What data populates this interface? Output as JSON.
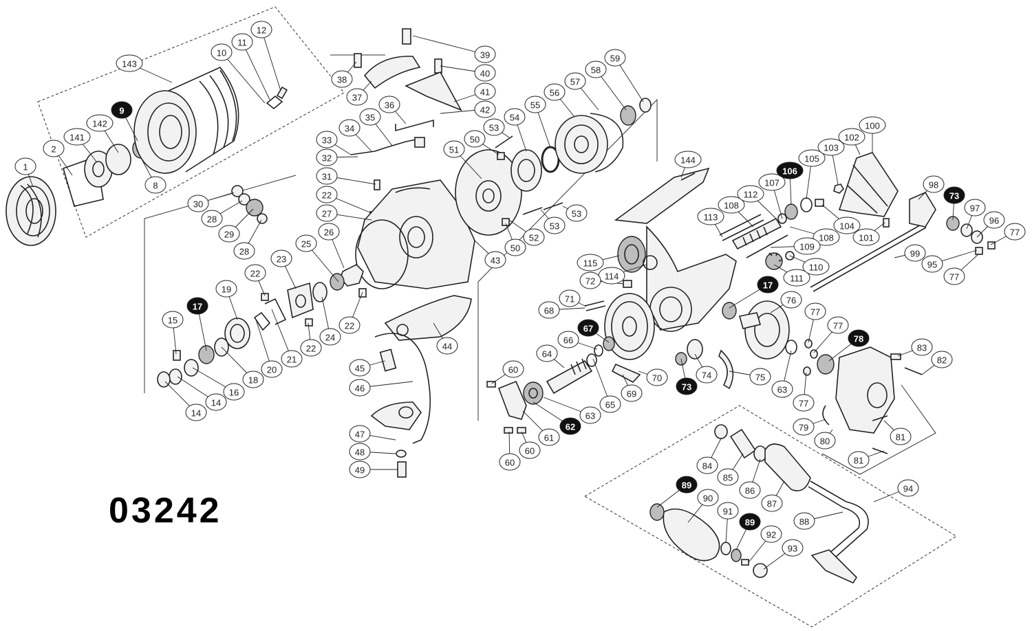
{
  "model_number": "03242",
  "colors": {
    "line": "#222222",
    "background": "#ffffff",
    "highlight_fill": "#111111",
    "highlight_text": "#ffffff"
  },
  "callouts": [
    {
      "label": "1",
      "highlighted": false
    },
    {
      "label": "2",
      "highlighted": false
    },
    {
      "label": "141",
      "highlighted": false
    },
    {
      "label": "142",
      "highlighted": false
    },
    {
      "label": "9",
      "highlighted": true
    },
    {
      "label": "8",
      "highlighted": false
    },
    {
      "label": "143",
      "highlighted": false
    },
    {
      "label": "10",
      "highlighted": false
    },
    {
      "label": "11",
      "highlighted": false
    },
    {
      "label": "12",
      "highlighted": false
    },
    {
      "label": "30",
      "highlighted": false
    },
    {
      "label": "28",
      "highlighted": false
    },
    {
      "label": "29",
      "highlighted": false
    },
    {
      "label": "28",
      "highlighted": false
    },
    {
      "label": "38",
      "highlighted": false
    },
    {
      "label": "37",
      "highlighted": false
    },
    {
      "label": "39",
      "highlighted": false
    },
    {
      "label": "40",
      "highlighted": false
    },
    {
      "label": "41",
      "highlighted": false
    },
    {
      "label": "42",
      "highlighted": false
    },
    {
      "label": "36",
      "highlighted": false
    },
    {
      "label": "35",
      "highlighted": false
    },
    {
      "label": "34",
      "highlighted": false
    },
    {
      "label": "33",
      "highlighted": false
    },
    {
      "label": "32",
      "highlighted": false
    },
    {
      "label": "31",
      "highlighted": false
    },
    {
      "label": "22",
      "highlighted": false
    },
    {
      "label": "27",
      "highlighted": false
    },
    {
      "label": "26",
      "highlighted": false
    },
    {
      "label": "25",
      "highlighted": false
    },
    {
      "label": "23",
      "highlighted": false
    },
    {
      "label": "22",
      "highlighted": false
    },
    {
      "label": "19",
      "highlighted": false
    },
    {
      "label": "17",
      "highlighted": true
    },
    {
      "label": "15",
      "highlighted": false
    },
    {
      "label": "16",
      "highlighted": false
    },
    {
      "label": "18",
      "highlighted": false
    },
    {
      "label": "20",
      "highlighted": false
    },
    {
      "label": "21",
      "highlighted": false
    },
    {
      "label": "22",
      "highlighted": false
    },
    {
      "label": "24",
      "highlighted": false
    },
    {
      "label": "22",
      "highlighted": false
    },
    {
      "label": "14",
      "highlighted": false
    },
    {
      "label": "14",
      "highlighted": false
    },
    {
      "label": "44",
      "highlighted": false
    },
    {
      "label": "45",
      "highlighted": false
    },
    {
      "label": "46",
      "highlighted": false
    },
    {
      "label": "47",
      "highlighted": false
    },
    {
      "label": "48",
      "highlighted": false
    },
    {
      "label": "49",
      "highlighted": false
    },
    {
      "label": "43",
      "highlighted": false
    },
    {
      "label": "51",
      "highlighted": false
    },
    {
      "label": "50",
      "highlighted": false
    },
    {
      "label": "53",
      "highlighted": false
    },
    {
      "label": "54",
      "highlighted": false
    },
    {
      "label": "55",
      "highlighted": false
    },
    {
      "label": "56",
      "highlighted": false
    },
    {
      "label": "57",
      "highlighted": false
    },
    {
      "label": "58",
      "highlighted": false
    },
    {
      "label": "59",
      "highlighted": false
    },
    {
      "label": "53",
      "highlighted": false
    },
    {
      "label": "53",
      "highlighted": false
    },
    {
      "label": "52",
      "highlighted": false
    },
    {
      "label": "50",
      "highlighted": false
    },
    {
      "label": "144",
      "highlighted": false
    },
    {
      "label": "113",
      "highlighted": false
    },
    {
      "label": "108",
      "highlighted": false
    },
    {
      "label": "112",
      "highlighted": false
    },
    {
      "label": "107",
      "highlighted": false
    },
    {
      "label": "106",
      "highlighted": true
    },
    {
      "label": "105",
      "highlighted": false
    },
    {
      "label": "103",
      "highlighted": false
    },
    {
      "label": "102",
      "highlighted": false
    },
    {
      "label": "100",
      "highlighted": false
    },
    {
      "label": "104",
      "highlighted": false
    },
    {
      "label": "101",
      "highlighted": false
    },
    {
      "label": "108",
      "highlighted": false
    },
    {
      "label": "109",
      "highlighted": false
    },
    {
      "label": "110",
      "highlighted": false
    },
    {
      "label": "111",
      "highlighted": false
    },
    {
      "label": "98",
      "highlighted": false
    },
    {
      "label": "73",
      "highlighted": true
    },
    {
      "label": "97",
      "highlighted": false
    },
    {
      "label": "96",
      "highlighted": false
    },
    {
      "label": "77",
      "highlighted": false
    },
    {
      "label": "99",
      "highlighted": false
    },
    {
      "label": "95",
      "highlighted": false
    },
    {
      "label": "77",
      "highlighted": false
    },
    {
      "label": "115",
      "highlighted": false
    },
    {
      "label": "114",
      "highlighted": false
    },
    {
      "label": "72",
      "highlighted": false
    },
    {
      "label": "71",
      "highlighted": false
    },
    {
      "label": "68",
      "highlighted": false
    },
    {
      "label": "17",
      "highlighted": true
    },
    {
      "label": "76",
      "highlighted": false
    },
    {
      "label": "67",
      "highlighted": true
    },
    {
      "label": "66",
      "highlighted": false
    },
    {
      "label": "64",
      "highlighted": false
    },
    {
      "label": "65",
      "highlighted": false
    },
    {
      "label": "69",
      "highlighted": false
    },
    {
      "label": "70",
      "highlighted": false
    },
    {
      "label": "73",
      "highlighted": true
    },
    {
      "label": "74",
      "highlighted": false
    },
    {
      "label": "75",
      "highlighted": false
    },
    {
      "label": "77",
      "highlighted": false
    },
    {
      "label": "77",
      "highlighted": false
    },
    {
      "label": "78",
      "highlighted": true
    },
    {
      "label": "83",
      "highlighted": false
    },
    {
      "label": "82",
      "highlighted": false
    },
    {
      "label": "63",
      "highlighted": false
    },
    {
      "label": "77",
      "highlighted": false
    },
    {
      "label": "60",
      "highlighted": false
    },
    {
      "label": "63",
      "highlighted": false
    },
    {
      "label": "61",
      "highlighted": false
    },
    {
      "label": "62",
      "highlighted": true
    },
    {
      "label": "60",
      "highlighted": false
    },
    {
      "label": "60",
      "highlighted": false
    },
    {
      "label": "79",
      "highlighted": false
    },
    {
      "label": "80",
      "highlighted": false
    },
    {
      "label": "81",
      "highlighted": false
    },
    {
      "label": "81",
      "highlighted": false
    },
    {
      "label": "84",
      "highlighted": false
    },
    {
      "label": "85",
      "highlighted": false
    },
    {
      "label": "86",
      "highlighted": false
    },
    {
      "label": "87",
      "highlighted": false
    },
    {
      "label": "94",
      "highlighted": false
    },
    {
      "label": "89",
      "highlighted": true
    },
    {
      "label": "90",
      "highlighted": false
    },
    {
      "label": "91",
      "highlighted": false
    },
    {
      "label": "89",
      "highlighted": true
    },
    {
      "label": "88",
      "highlighted": false
    },
    {
      "label": "92",
      "highlighted": false
    },
    {
      "label": "93",
      "highlighted": false
    }
  ]
}
